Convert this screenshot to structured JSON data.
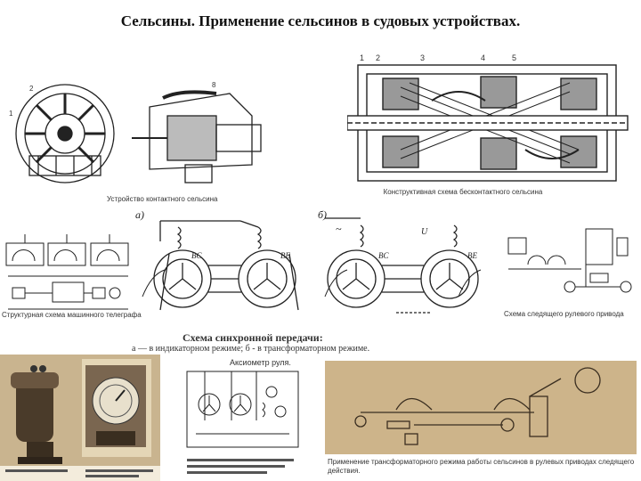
{
  "title": "Сельсины. Применение сельсинов в судовых устройствах.",
  "captions": {
    "contact_selsyn": "Устройство контактного сельсина",
    "contactless_scheme": "Конструктивная схема бесконтактного сельсина",
    "structural_scheme": "Структурная схема машинного телеграфа",
    "follow_up_rudder": "Схема следящего рулевого привода",
    "sync_title": "Схема синхронной передачи:",
    "sync_sub": "а — в индикаторном режиме; б - в трансформаторном режиме.",
    "axiometer": "Аксиометр руля.",
    "transformer_mode_note": "Применение трансформаторного режима работы сельсинов в рулевых приводах следящего действия.",
    "panel_a": "а)",
    "panel_b": "б)",
    "bc_left": "BC",
    "be_left": "BE",
    "bc_right": "BC",
    "be_right": "BE",
    "uv_label": "U",
    "tilde": "~"
  },
  "colors": {
    "line": "#222222",
    "photo_bg": "#c9b48f",
    "photo_dark": "#4a3b2a",
    "tan_panel": "#cdb48a"
  }
}
